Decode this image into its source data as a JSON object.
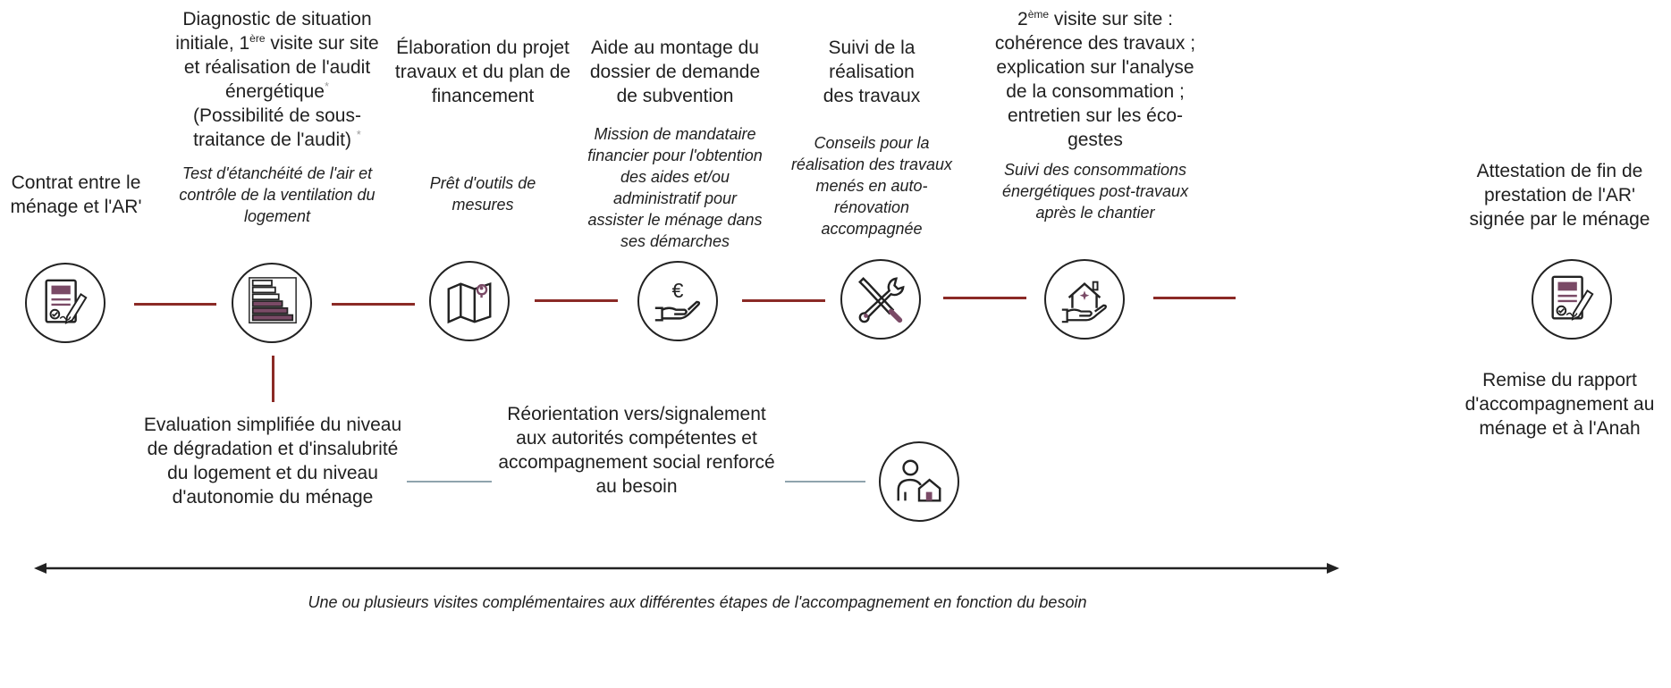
{
  "steps": [
    {
      "label": "Contrat entre le\nménage et l'AR'",
      "icon": "contract-signature-icon"
    },
    {
      "label_parts": {
        "a": "Diagnostic de situation\ninitiale, 1",
        "sup": "ère",
        "b": " visite sur site\net réalisation de l'audit\nénergétique",
        "ast1": "*",
        "c": "\n(Possibilité de sous-\ntraitance de l'audit) ",
        "ast2": "*"
      },
      "detail": "Test d'étanchéité de l'air et\ncontrôle de la ventilation du\nlogement",
      "icon": "energy-label-icon"
    },
    {
      "label": "Élaboration du projet\ntravaux et du plan de\nfinancement",
      "detail": "Prêt d'outils de\nmesures",
      "icon": "map-icon"
    },
    {
      "label": "Aide au montage du\ndossier de demande\nde subvention",
      "detail": "Mission de mandataire\nfinancier pour l'obtention\ndes aides et/ou\nadministratif pour\nassister le ménage dans\nses démarches",
      "icon": "euro-hand-icon"
    },
    {
      "label": "Suivi de la\nréalisation\ndes travaux",
      "detail": "Conseils pour la\nréalisation des travaux\nmenés en auto-\nrénovation\naccompagnée",
      "icon": "tools-icon"
    },
    {
      "label_parts": {
        "a": "2",
        "sup": "ème",
        "b": " visite sur site :\ncohérence des travaux ;\nexplication sur l'analyse\nde la consommation ;\nentretien sur les éco-\ngestes"
      },
      "detail": "Suivi des consommations\nénergétiques post-travaux\naprès le chantier",
      "icon": "house-hand-icon"
    },
    {
      "label": "Attestation de fin de\nprestation de l'AR'\nsignée par le ménage",
      "below": "Remise du rapport\nd'accompagnement au\nménage et à l'Anah",
      "icon": "contract-signature-icon"
    }
  ],
  "branch": {
    "evaluation": "Evaluation simplifiée du niveau\nde dégradation et d'insalubrité\ndu logement et du niveau\nd'autonomie du ménage",
    "reorientation": "Réorientation vers/signalement\naux autorités compétentes et\naccompagnement social renforcé\nau besoin",
    "icon": "person-house-icon"
  },
  "footer": "Une ou plusieurs visites complémentaires aux différentes étapes de l'accompagnement en fonction du besoin",
  "colors": {
    "connector": "#8b2a26",
    "secondary_connector": "#8fa3ad",
    "icon_fill": "#7a4a66"
  }
}
